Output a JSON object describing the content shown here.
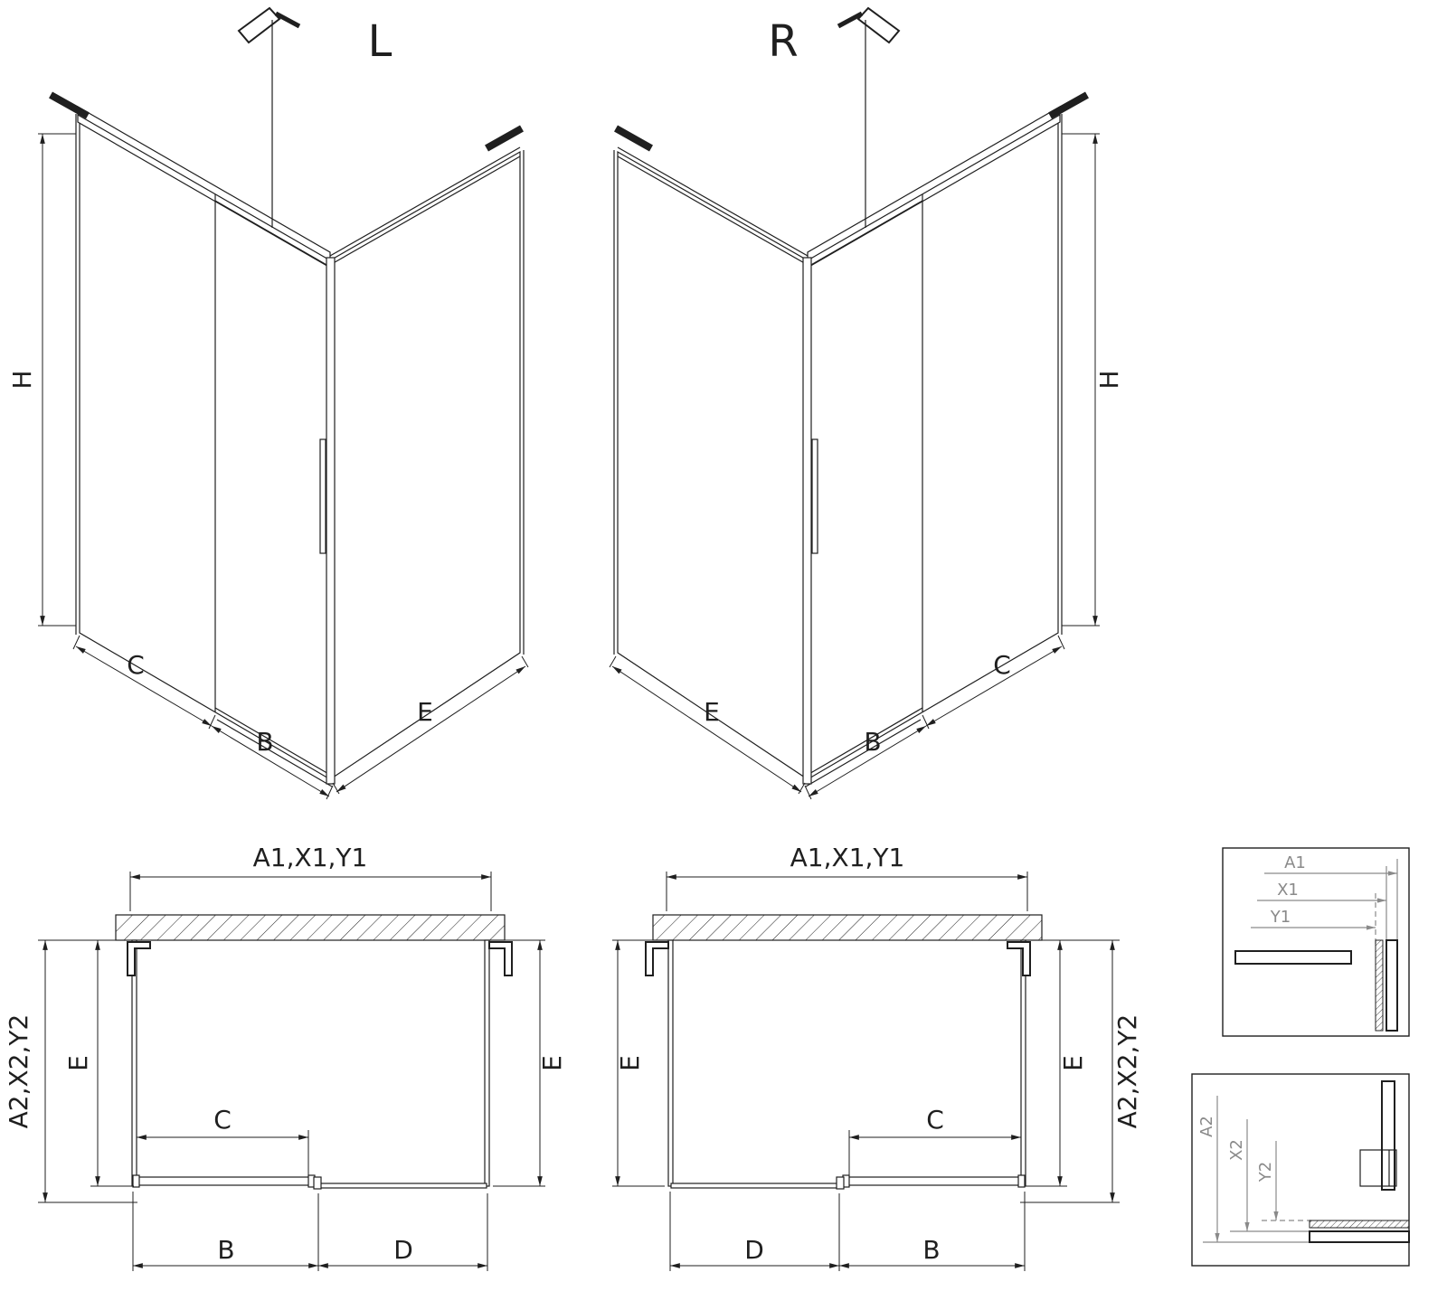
{
  "colors": {
    "line": "#1f1f1f",
    "detail_gray": "#8a8a8a",
    "background": "#ffffff"
  },
  "iso_left": {
    "title": "L",
    "dim_height": "H",
    "dim_c": "C",
    "dim_b": "B",
    "dim_e": "E"
  },
  "iso_right": {
    "title": "R",
    "dim_height": "H",
    "dim_c": "C",
    "dim_b": "B",
    "dim_e": "E"
  },
  "plan_left": {
    "dim_width_top": "A1,X1,Y1",
    "dim_depth_side": "A2,X2,Y2",
    "dim_e_left": "E",
    "dim_e_right": "E",
    "dim_c": "C",
    "dim_b": "B",
    "dim_d": "D"
  },
  "plan_right": {
    "dim_width_top": "A1,X1,Y1",
    "dim_depth_side": "A2,X2,Y2",
    "dim_e_left": "E",
    "dim_e_right": "E",
    "dim_c": "C",
    "dim_b": "B",
    "dim_d": "D"
  },
  "detail_top": {
    "dim_a1": "A1",
    "dim_x1": "X1",
    "dim_y1": "Y1"
  },
  "detail_bottom": {
    "dim_a2": "A2",
    "dim_x2": "X2",
    "dim_y2": "Y2"
  }
}
